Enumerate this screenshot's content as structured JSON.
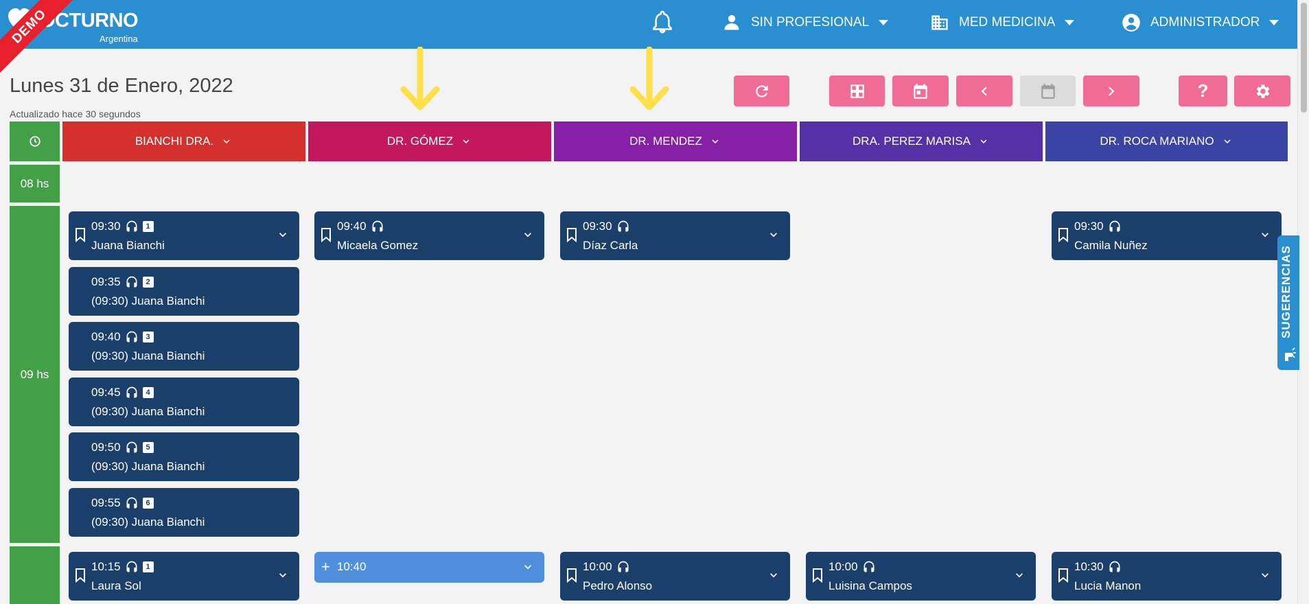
{
  "topbar": {
    "logo_text": "OCTURNO",
    "logo_sub": "Argentina",
    "demo_ribbon": "DEMO",
    "professional": "SIN PROFESIONAL",
    "clinic": "MED MEDICINA",
    "user": "ADMINISTRADOR"
  },
  "header": {
    "date": "Lunes 31 de Enero, 2022",
    "updated": "Actualizado hace 30 segundos"
  },
  "toolbar": {
    "help_label": "?"
  },
  "columns": [
    {
      "name": "BIANCHI DRA.",
      "color": "#d3302e"
    },
    {
      "name": "DR. GÓMEZ",
      "color": "#c4185c"
    },
    {
      "name": "DR. MENDEZ",
      "color": "#8620a6"
    },
    {
      "name": "DRA. PEREZ MARISA",
      "color": "#5530a6"
    },
    {
      "name": "DR. ROCA MARIANO",
      "color": "#3a44a4"
    }
  ],
  "hours": [
    "08 hs",
    "09 hs",
    ""
  ],
  "appointments": [
    {
      "time": "09:30",
      "name": "Juana Bianchi",
      "num": "1"
    },
    {
      "time": "09:35",
      "name": "(09:30) Juana Bianchi",
      "num": "2"
    },
    {
      "time": "09:40",
      "name": "(09:30) Juana Bianchi",
      "num": "3"
    },
    {
      "time": "09:45",
      "name": "(09:30) Juana Bianchi",
      "num": "4"
    },
    {
      "time": "09:50",
      "name": "(09:30) Juana Bianchi",
      "num": "5"
    },
    {
      "time": "09:55",
      "name": "(09:30) Juana Bianchi",
      "num": "6"
    },
    {
      "time": "09:40",
      "name": "Micaela Gomez"
    },
    {
      "time": "09:30",
      "name": "Díaz Carla"
    },
    {
      "time": "09:30",
      "name": "Camila Nuñez"
    },
    {
      "time": "10:15",
      "name": "Laura Sol",
      "num": "1"
    },
    {
      "time": "10:40",
      "name": ""
    },
    {
      "time": "10:00",
      "name": "Pedro Alonso"
    },
    {
      "time": "10:00",
      "name": "Luisina Campos"
    },
    {
      "time": "10:30",
      "name": "Lucia Manon"
    }
  ],
  "sidebar_tab": "SUGERENCIAS",
  "colors": {
    "topbar": "#2a8fd0",
    "accent": "#f06c96",
    "card": "#1a3f6a",
    "hour": "#43a047",
    "arrow": "#ffe04a"
  }
}
